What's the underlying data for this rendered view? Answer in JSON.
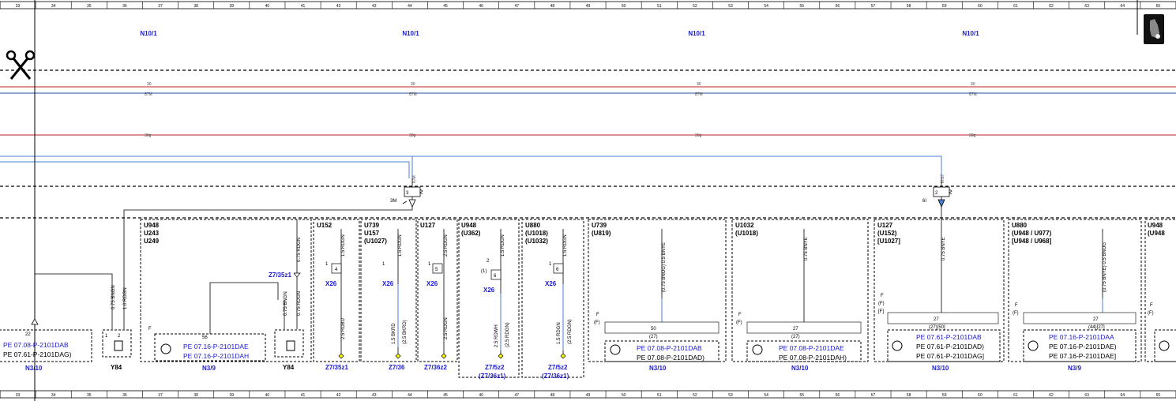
{
  "ruler": {
    "numbers": [
      "33",
      "34",
      "35",
      "36",
      "37",
      "38",
      "39",
      "40",
      "41",
      "42",
      "43",
      "44",
      "45",
      "46",
      "47",
      "48",
      "49",
      "50",
      "51",
      "52",
      "53",
      "54",
      "55",
      "56",
      "57",
      "58",
      "59",
      "60",
      "61",
      "62",
      "63",
      "64",
      "65"
    ]
  },
  "header": {
    "n10_labels": [
      "N10/1",
      "N10/1",
      "N10/1",
      "N10/1"
    ]
  },
  "rails": {
    "top": {
      "label": "30",
      "sub": "87M",
      "color": "#c02020"
    },
    "blue": {
      "color": "#2050a0"
    },
    "mid": {
      "label": "30g",
      "color": "#c02020"
    },
    "feed": {
      "color": "#4a7fd0"
    }
  },
  "fuses": {
    "left": {
      "name": "3M",
      "pin": "3",
      "wire": "87M"
    },
    "right": {
      "name": "6I",
      "pin": "2",
      "wire": "Kl.87"
    }
  },
  "blocks": {
    "b1": {
      "codes": [
        "U948",
        "U243",
        "U249"
      ],
      "f": "F"
    },
    "b2": {
      "codes": [
        "U152"
      ]
    },
    "b3": {
      "codes": [
        "U739",
        "U157",
        "(U1027)"
      ]
    },
    "b4": {
      "codes": [
        "U127"
      ]
    },
    "b5": {
      "codes": [
        "U948",
        "(U362)"
      ]
    },
    "b6": {
      "codes": [
        "U880",
        "(U1018)",
        "(U1032)"
      ]
    },
    "b7": {
      "codes": [
        "U739",
        "(U819)"
      ],
      "f": [
        "F",
        "(F)"
      ]
    },
    "b8": {
      "codes": [
        "U1032",
        "(U1018)"
      ],
      "f": [
        "F",
        "(F)"
      ]
    },
    "b9": {
      "codes": [
        "U127",
        "(U152)",
        "[U1027]"
      ],
      "f": [
        "F",
        "(F)",
        "[F]"
      ]
    },
    "b10": {
      "codes": [
        "U880",
        "(U948 / U977)",
        "[U948 / U968]"
      ],
      "f": [
        "F",
        "(F)"
      ]
    },
    "b11": {
      "codes": [
        "U948",
        "(U948"
      ],
      "f": [
        "F",
        "(F)"
      ]
    }
  },
  "wires": {
    "w075bngn": "0.75 BNGN",
    "w10rdgn": "1.0 RDGN",
    "w075rdgn": "0.75 RDGN",
    "w15rdgn": "1.5 RDGN",
    "w25rdgn": "2.5 RDGN",
    "w25rdbu": "2.5 RDBU",
    "w15bkrd": "1.5 BKRD",
    "w25bkrd": "(2.5 BKRD)",
    "w25rdwh": "2.5 RDWH",
    "w25rdgn_p": "(2.5 RDGN)",
    "w15rdgn2": "1.5 RDGN",
    "w25rdgn_p2": "(2.5 RDGN)",
    "w075bnog": "(0.75 BNOG) 0.5 BNYE",
    "w075bnye": "0.75 BNYE",
    "w075bnye2": "0.75 BNYE",
    "w075bnye3": "(0.75 BNYE) 0.5 BNOG"
  },
  "connectors": {
    "x26": "X26",
    "z7_35z1_top": "Z7/35z1",
    "z7_35z1": "Z7/35z1",
    "z7_36": "Z7/36",
    "z7_36z2": "Z7/36z2",
    "z7_5z2a": "Z7/5z2",
    "z7_36z1a": "(Z7/36z1)",
    "z7_5z2b": "Z7/5z2",
    "z7_36z1b": "(Z7/36z1)"
  },
  "pins": {
    "p1": "1",
    "p2": "2",
    "p4": "4",
    "p5": "5",
    "p6": "6",
    "p1p": "(1)",
    "p22": "22",
    "p56": "56",
    "p50": "50",
    "p27a": "(27)",
    "p27": "27",
    "p27b": "(27)",
    "p2750": "(27)[50]",
    "p4427": "(44)[27]"
  },
  "refs": {
    "r1a": "PE 07.08-P-2101DAB",
    "r1b": "PE 07.61-P-2101DAG)",
    "r2a": "PE 07.16-P-2101DAE",
    "r2b": "PE 07.16-P-2101DAH",
    "r3a": "PE 07.08-P-2101DAB",
    "r3b": "PE 07.08-P-2101DAD)",
    "r4a": "PE 07.08-P-2101DAE",
    "r4b": "PE 07.08-P-2101DAH)",
    "r5a": "PE 07.61-P-2101DAB",
    "r5b": "PE 07.61-P-2101DAD)",
    "r5c": "PE 07.61-P-2101DAG]",
    "r6a": "PE 07.16-P-2101DAA",
    "r6b": "PE 07.16-P-2101DAE)",
    "r6c": "PE 07.16-P-2101DAE]"
  },
  "modules": {
    "n310a": "N3/10",
    "y84a": "Y84",
    "n39a": "N3/9",
    "y84b": "Y84",
    "n310b": "N3/10",
    "n310c": "N3/10",
    "n310d": "N3/10",
    "n39b": "N3/9"
  }
}
